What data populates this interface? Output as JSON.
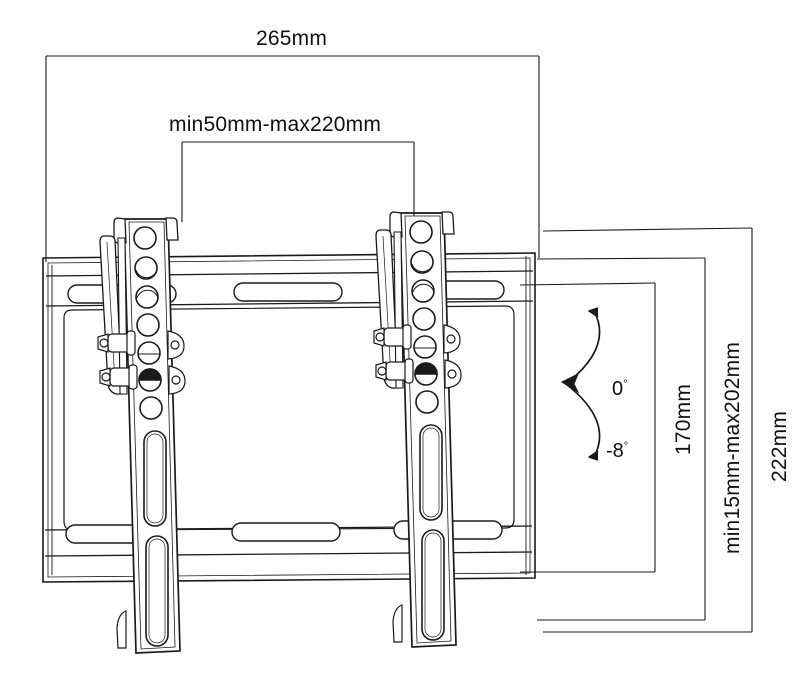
{
  "diagram": {
    "type": "technical-drawing",
    "subject": "tilting tv wall mount bracket",
    "view": "front elevation with dimension callouts",
    "background_color": "#ffffff",
    "line_color": "#1a1a1a"
  },
  "dimensions": {
    "overall_width": {
      "label": "265mm",
      "orientation": "horizontal",
      "position": "top"
    },
    "mounting_width_range": {
      "label": "min50mm-max220mm",
      "orientation": "horizontal",
      "position": "top-inner"
    },
    "plate_height": {
      "label": "170mm",
      "orientation": "vertical",
      "position": "right-inner"
    },
    "mounting_height_range": {
      "label": "min15mm-max202mm",
      "orientation": "vertical",
      "position": "right-middle"
    },
    "overall_height": {
      "label": "222mm",
      "orientation": "vertical",
      "position": "right-outer"
    }
  },
  "tilt": {
    "indicator": "tilt-arc",
    "max_label": "0",
    "max_unit": "°",
    "min_label": "-8",
    "min_unit": "°"
  },
  "parts": {
    "wall_plate": {
      "name": "wall-plate",
      "slot_count": 6
    },
    "left_bracket": {
      "name": "left-vertical-bracket",
      "round_hole_count": 7,
      "slot_count": 2,
      "bolt_count": 2
    },
    "right_bracket": {
      "name": "right-vertical-bracket",
      "round_hole_count": 7,
      "slot_count": 2,
      "bolt_count": 2
    }
  }
}
